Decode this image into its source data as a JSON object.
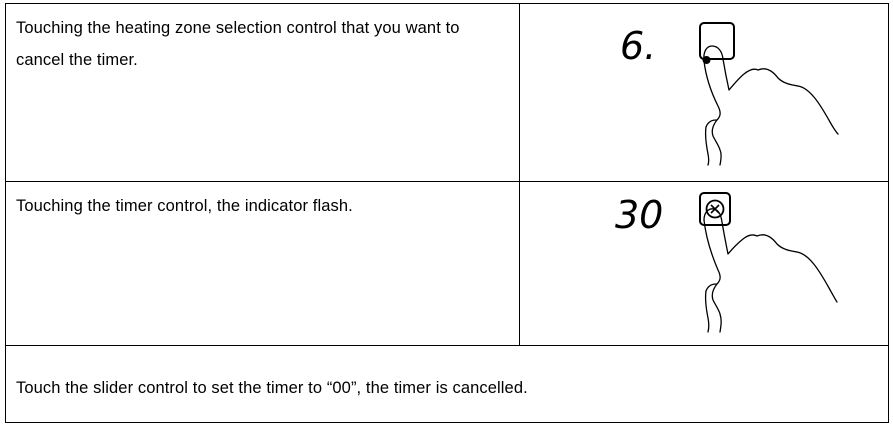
{
  "steps": [
    {
      "text": "Touching the heating zone selection control that you want to cancel the timer.",
      "display_value": "6.",
      "control_icon": "heating-zone-selection-control-icon"
    },
    {
      "text": "Touching the timer control, the indicator flash.",
      "display_value": "30",
      "control_icon": "timer-control-icon"
    },
    {
      "text": "Touch the slider control to set the timer to “00”, the timer is cancelled."
    }
  ],
  "icons": {
    "hand": "pointing-hand-icon"
  },
  "colors": {
    "line": "#000000",
    "background": "#ffffff"
  }
}
